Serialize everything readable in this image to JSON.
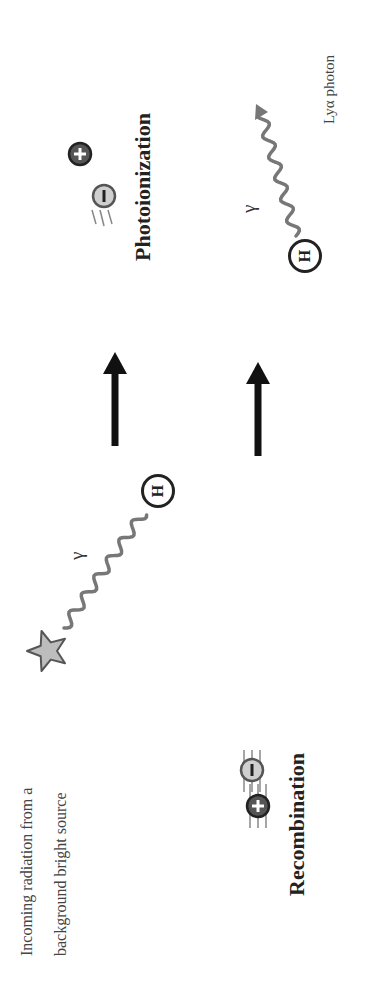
{
  "diagram": {
    "nodes": [
      {
        "text": [
          "H"
        ]
      },
      {
        "text": [
          "H"
        ]
      }
    ],
    "labels": [
      "Incoming radiation from a background bright source",
      "γ",
      "Photoionization",
      "Recombination",
      "γ",
      "Lyα photon"
    ]
  }
}
